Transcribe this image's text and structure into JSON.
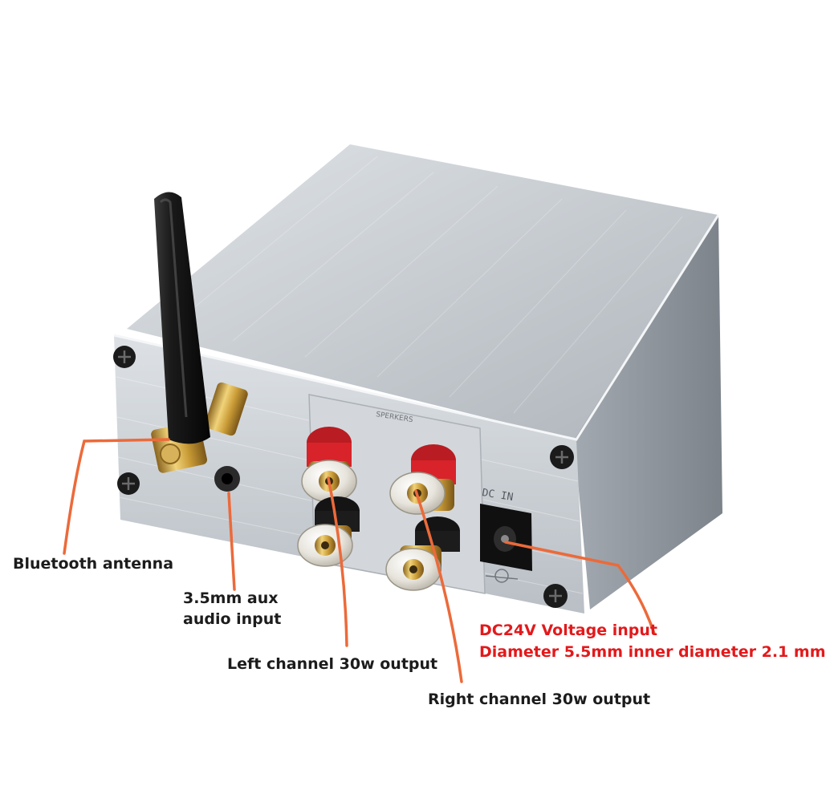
{
  "colors": {
    "callout_line": "#ec6a3a",
    "label_text": "#1c1c1c",
    "power_label_text": "#e3191b",
    "case_silver": "#c3c9ce",
    "gold": "#c8a03c",
    "red_cap": "#d8232a",
    "black_cap": "#141414"
  },
  "product": {
    "panel_text_speakers": "SPERKERS",
    "panel_text_dc": "DC IN"
  },
  "labels": {
    "bluetooth": "Bluetooth antenna",
    "aux_line1": "3.5mm aux",
    "aux_line2": "audio input",
    "left_channel": "Left channel 30w output",
    "right_channel": "Right channel 30w output",
    "dc_line1": "DC24V Voltage input",
    "dc_line2": "Diameter 5.5mm inner diameter 2.1 mm"
  }
}
